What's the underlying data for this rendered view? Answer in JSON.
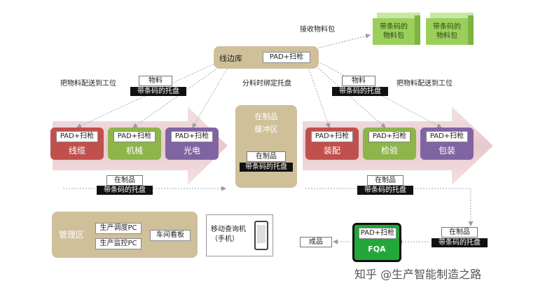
{
  "packages": [
    "带条码的\n物料包",
    "带条码的\n物料包"
  ],
  "receive_label": "接收物料包",
  "line_storage": {
    "title": "线边库",
    "device": "PAD+扫枪"
  },
  "bind_label": "分料时绑定托盘",
  "deliver_left": "把物料配送到工位",
  "deliver_right": "把物料配送到工位",
  "material_label": "物料",
  "tray_label": "带条码的托盘",
  "wip_label": "在制品",
  "stations_left": [
    {
      "device": "PAD+扫枪",
      "name": "线缆",
      "color": "#c0504d"
    },
    {
      "device": "PAD+扫枪",
      "name": "机械",
      "color": "#8cb54a"
    },
    {
      "device": "PAD+扫枪",
      "name": "光电",
      "color": "#8064a2"
    }
  ],
  "stations_right": [
    {
      "device": "PAD+扫枪",
      "name": "装配",
      "color": "#c0504d"
    },
    {
      "device": "PAD+扫枪",
      "name": "检验",
      "color": "#8cb54a"
    },
    {
      "device": "PAD+扫枪",
      "name": "包装",
      "color": "#8064a2"
    }
  ],
  "buffer": {
    "title": "在制品\n缓冲区",
    "wip": "在制品",
    "tray": "带条码的托盘"
  },
  "management": {
    "title": "管理区",
    "pc1": "生产调度PC",
    "pc2": "生产监控PC",
    "board": "车间看板"
  },
  "mobile": {
    "label": "移动查询机\n（手机）"
  },
  "fqa": {
    "device": "PAD+扫枪",
    "name": "FQA"
  },
  "finished_label": "成品",
  "watermark": "知乎 @生产智能制造之路",
  "colors": {
    "tan": "#cfc09a",
    "green_pkg": "#9bcf5c",
    "fqa": "#22a83a",
    "arrow": "#ecd6d8"
  }
}
